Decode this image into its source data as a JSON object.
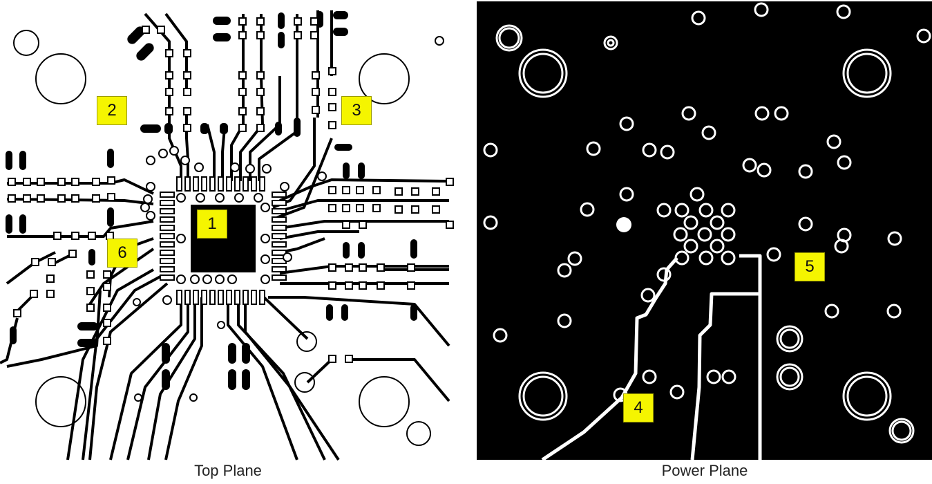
{
  "panels": [
    {
      "id": "top",
      "caption": "Top Plane",
      "background": "#ffffff",
      "ink": "#000000"
    },
    {
      "id": "power",
      "caption": "Power Plane",
      "background": "#000000",
      "ink": "#ffffff"
    }
  ],
  "callouts": [
    {
      "id": "1",
      "text": "1"
    },
    {
      "id": "2",
      "text": "2"
    },
    {
      "id": "3",
      "text": "3"
    },
    {
      "id": "4",
      "text": "4"
    },
    {
      "id": "5",
      "text": "5"
    },
    {
      "id": "6",
      "text": "6"
    }
  ],
  "colors": {
    "callout_fill": "#f5f500",
    "callout_border": "#9a9a00"
  }
}
